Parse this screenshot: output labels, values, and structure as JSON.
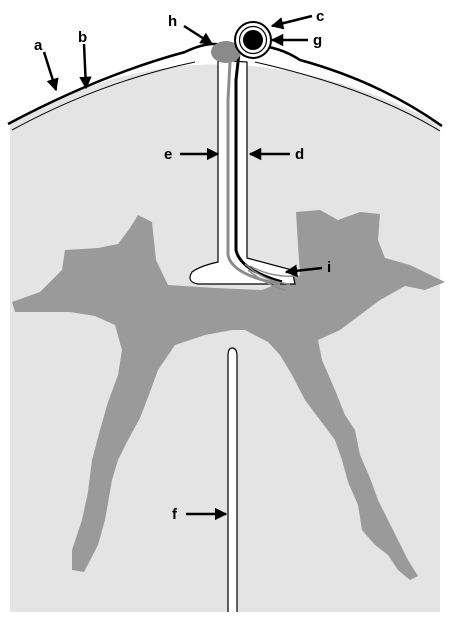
{
  "diagram": {
    "labels": {
      "a": "a",
      "b": "b",
      "c": "c",
      "d": "d",
      "e": "e",
      "f": "f",
      "g": "g",
      "h": "h",
      "i": "i"
    },
    "colors": {
      "background": "#ffffff",
      "cord_fill": "#e4e4e4",
      "gray_matter": "#9a9a9a",
      "membrane_outer": "#000000",
      "vessel_dark": "#000000",
      "vessel_gray": "#8c8c8c",
      "nodule": "#8a8a8a",
      "channel_fill": "#ffffff"
    }
  }
}
